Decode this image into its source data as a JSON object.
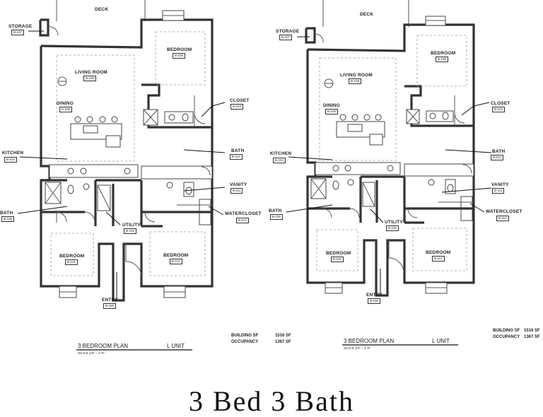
{
  "plans": [
    {
      "labels": {
        "deck": "DECK",
        "storage": "STORAGE",
        "storage_tag": "B-107",
        "bedroom_top": "BEDROOM",
        "bedroom_top_tag": "B-109",
        "living_room": "LIVING ROOM",
        "living_room_tag": "B-108",
        "dining": "DINING",
        "dining_tag": "B-105",
        "closet": "CLOSET",
        "closet_tag": "B-104",
        "bath_right": "BATH",
        "bath_right_tag": "B-110",
        "kitchen": "KITCHEN",
        "kitchen_tag": "B-104",
        "vanity": "VANITY",
        "vanity_tag": "B-111",
        "bath_left": "BATH",
        "bath_left_tag": "B-105",
        "watercloset": "WATERCLOSET",
        "watercloset_tag": "B-112",
        "utility": "UTILITY",
        "utility_tag": "B-102",
        "bedroom_left": "BEDROOM",
        "bedroom_left_tag": "B-101",
        "bedroom_right": "BEDROOM",
        "bedroom_right_tag": "B-113",
        "entry": "ENTRY",
        "entry_tag": "B-100"
      },
      "title": "3 BEDROOM PLAN",
      "unit": "L UNIT",
      "scale": "SCALE        1/4\" = 1'-0\"",
      "building_sf_label": "BUILDING SF",
      "building_sf_value": "1516 SF",
      "occupancy_label": "OCCUPANCY",
      "occupancy_value": "1367 SF"
    },
    {
      "labels": {
        "deck": "DECK",
        "storage": "STORAGE",
        "storage_tag": "B-107",
        "bedroom_top": "BEDROOM",
        "bedroom_top_tag": "B-109",
        "living_room": "LIVING ROOM",
        "living_room_tag": "B-108",
        "dining": "DINING",
        "dining_tag": "B-105",
        "closet": "CLOSET",
        "closet_tag": "B-104",
        "bath_right": "BATH",
        "bath_right_tag": "B-110",
        "kitchen": "KITCHEN",
        "kitchen_tag": "B-104",
        "vanity": "VANITY",
        "vanity_tag": "B-111",
        "bath_left": "BATH",
        "bath_left_tag": "B-105",
        "watercloset": "WATERCLOSET",
        "watercloset_tag": "B-112",
        "utility": "UTILITY",
        "utility_tag": "B-102",
        "bedroom_left": "BEDROOM",
        "bedroom_left_tag": "B-101",
        "bedroom_right": "BEDROOM",
        "bedroom_right_tag": "B-113",
        "entry": "ENTRY",
        "entry_tag": "B-100"
      },
      "title": "3 BEDROOM PLAN",
      "unit": "L UNIT",
      "scale": "SCALE        1/4\" = 1'-0\"",
      "building_sf_label": "BUILDING SF",
      "building_sf_value": "1516 SF",
      "occupancy_label": "OCCUPANCY",
      "occupancy_value": "1367 SF"
    }
  ],
  "caption": "3 Bed 3 Bath"
}
